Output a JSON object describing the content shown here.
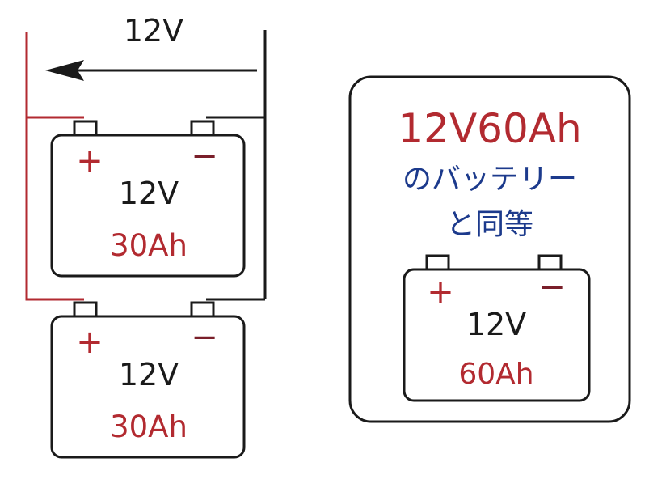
{
  "colors": {
    "ink": "#1a1a1a",
    "red": "#b22a30",
    "dark_red": "#7a1f2a",
    "blue": "#1c3a8c"
  },
  "left": {
    "total_voltage": "12V",
    "battery_top": {
      "plus": "+",
      "minus": "−",
      "voltage": "12V",
      "capacity": "30Ah"
    },
    "battery_bottom": {
      "plus": "+",
      "minus": "−",
      "voltage": "12V",
      "capacity": "30Ah"
    }
  },
  "right": {
    "headline": "12V60Ah",
    "line1": "のバッテリー",
    "line2": "と同等",
    "battery": {
      "plus": "+",
      "minus": "−",
      "voltage": "12V",
      "capacity": "60Ah"
    }
  }
}
